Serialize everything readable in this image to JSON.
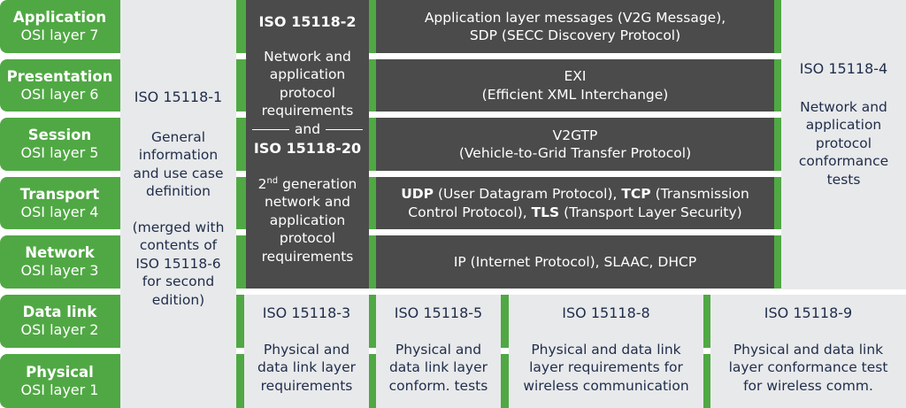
{
  "osi_layers": [
    {
      "name": "Application",
      "layer": "OSI layer 7"
    },
    {
      "name": "Presentation",
      "layer": "OSI layer 6"
    },
    {
      "name": "Session",
      "layer": "OSI layer 5"
    },
    {
      "name": "Transport",
      "layer": "OSI layer 4"
    },
    {
      "name": "Network",
      "layer": "OSI layer 3"
    },
    {
      "name": "Data link",
      "layer": "OSI layer 2"
    },
    {
      "name": "Physical",
      "layer": "OSI layer 1"
    }
  ],
  "iso1": {
    "title": "ISO 15118-1",
    "desc": [
      "General",
      "information",
      "and use case",
      "definition"
    ],
    "note": [
      "(merged with",
      "contents of",
      "ISO 15118-6",
      "for second",
      "edition)"
    ]
  },
  "iso2": {
    "title": "ISO 15118-2",
    "desc": [
      "Network and",
      "application",
      "protocol",
      "requirements"
    ],
    "and": "and",
    "title20": "ISO 15118-20",
    "gen_num": "2",
    "gen_sup": "nd",
    "gen_rest": " generation",
    "desc20": [
      "network and",
      "application",
      "protocol",
      "requirements"
    ]
  },
  "protocols": {
    "application": [
      "Application layer messages (V2G Message),",
      "SDP (SECC Discovery Protocol)"
    ],
    "presentation": [
      "EXI",
      "(Efficient XML Interchange)"
    ],
    "session": [
      "V2GTP",
      "(Vehicle-to-Grid Transfer Protocol)"
    ],
    "transport": {
      "udp": "UDP",
      "udp_desc": " (User Datagram Protocol), ",
      "tcp": "TCP",
      "tcp_desc": " (Transmission",
      "tcp_desc2": "Control Protocol), ",
      "tls": "TLS",
      "tls_desc": " (Transport Layer Security)"
    },
    "network": "IP (Internet Protocol), SLAAC, DHCP"
  },
  "iso4": {
    "title": "ISO 15118-4",
    "desc": [
      "Network and",
      "application",
      "protocol",
      "conformance",
      "tests"
    ]
  },
  "bottom": [
    {
      "title": "ISO 15118-3",
      "desc": [
        "Physical and",
        "data link layer",
        "requirements"
      ]
    },
    {
      "title": "ISO 15118-5",
      "desc": [
        "Physical and",
        "data link layer",
        "conform. tests"
      ]
    },
    {
      "title": "ISO 15118-8",
      "desc": [
        "Physical and data link",
        "layer requirements for",
        "wireless communication"
      ]
    },
    {
      "title": "ISO 15118-9",
      "desc": [
        "Physical and data link",
        "layer conformance test",
        "for wireless comm."
      ]
    }
  ],
  "colors": {
    "green": "#50a844",
    "dark": "#4b4b4b",
    "gray": "#e8e9eb",
    "text": "#1f2d4a"
  }
}
